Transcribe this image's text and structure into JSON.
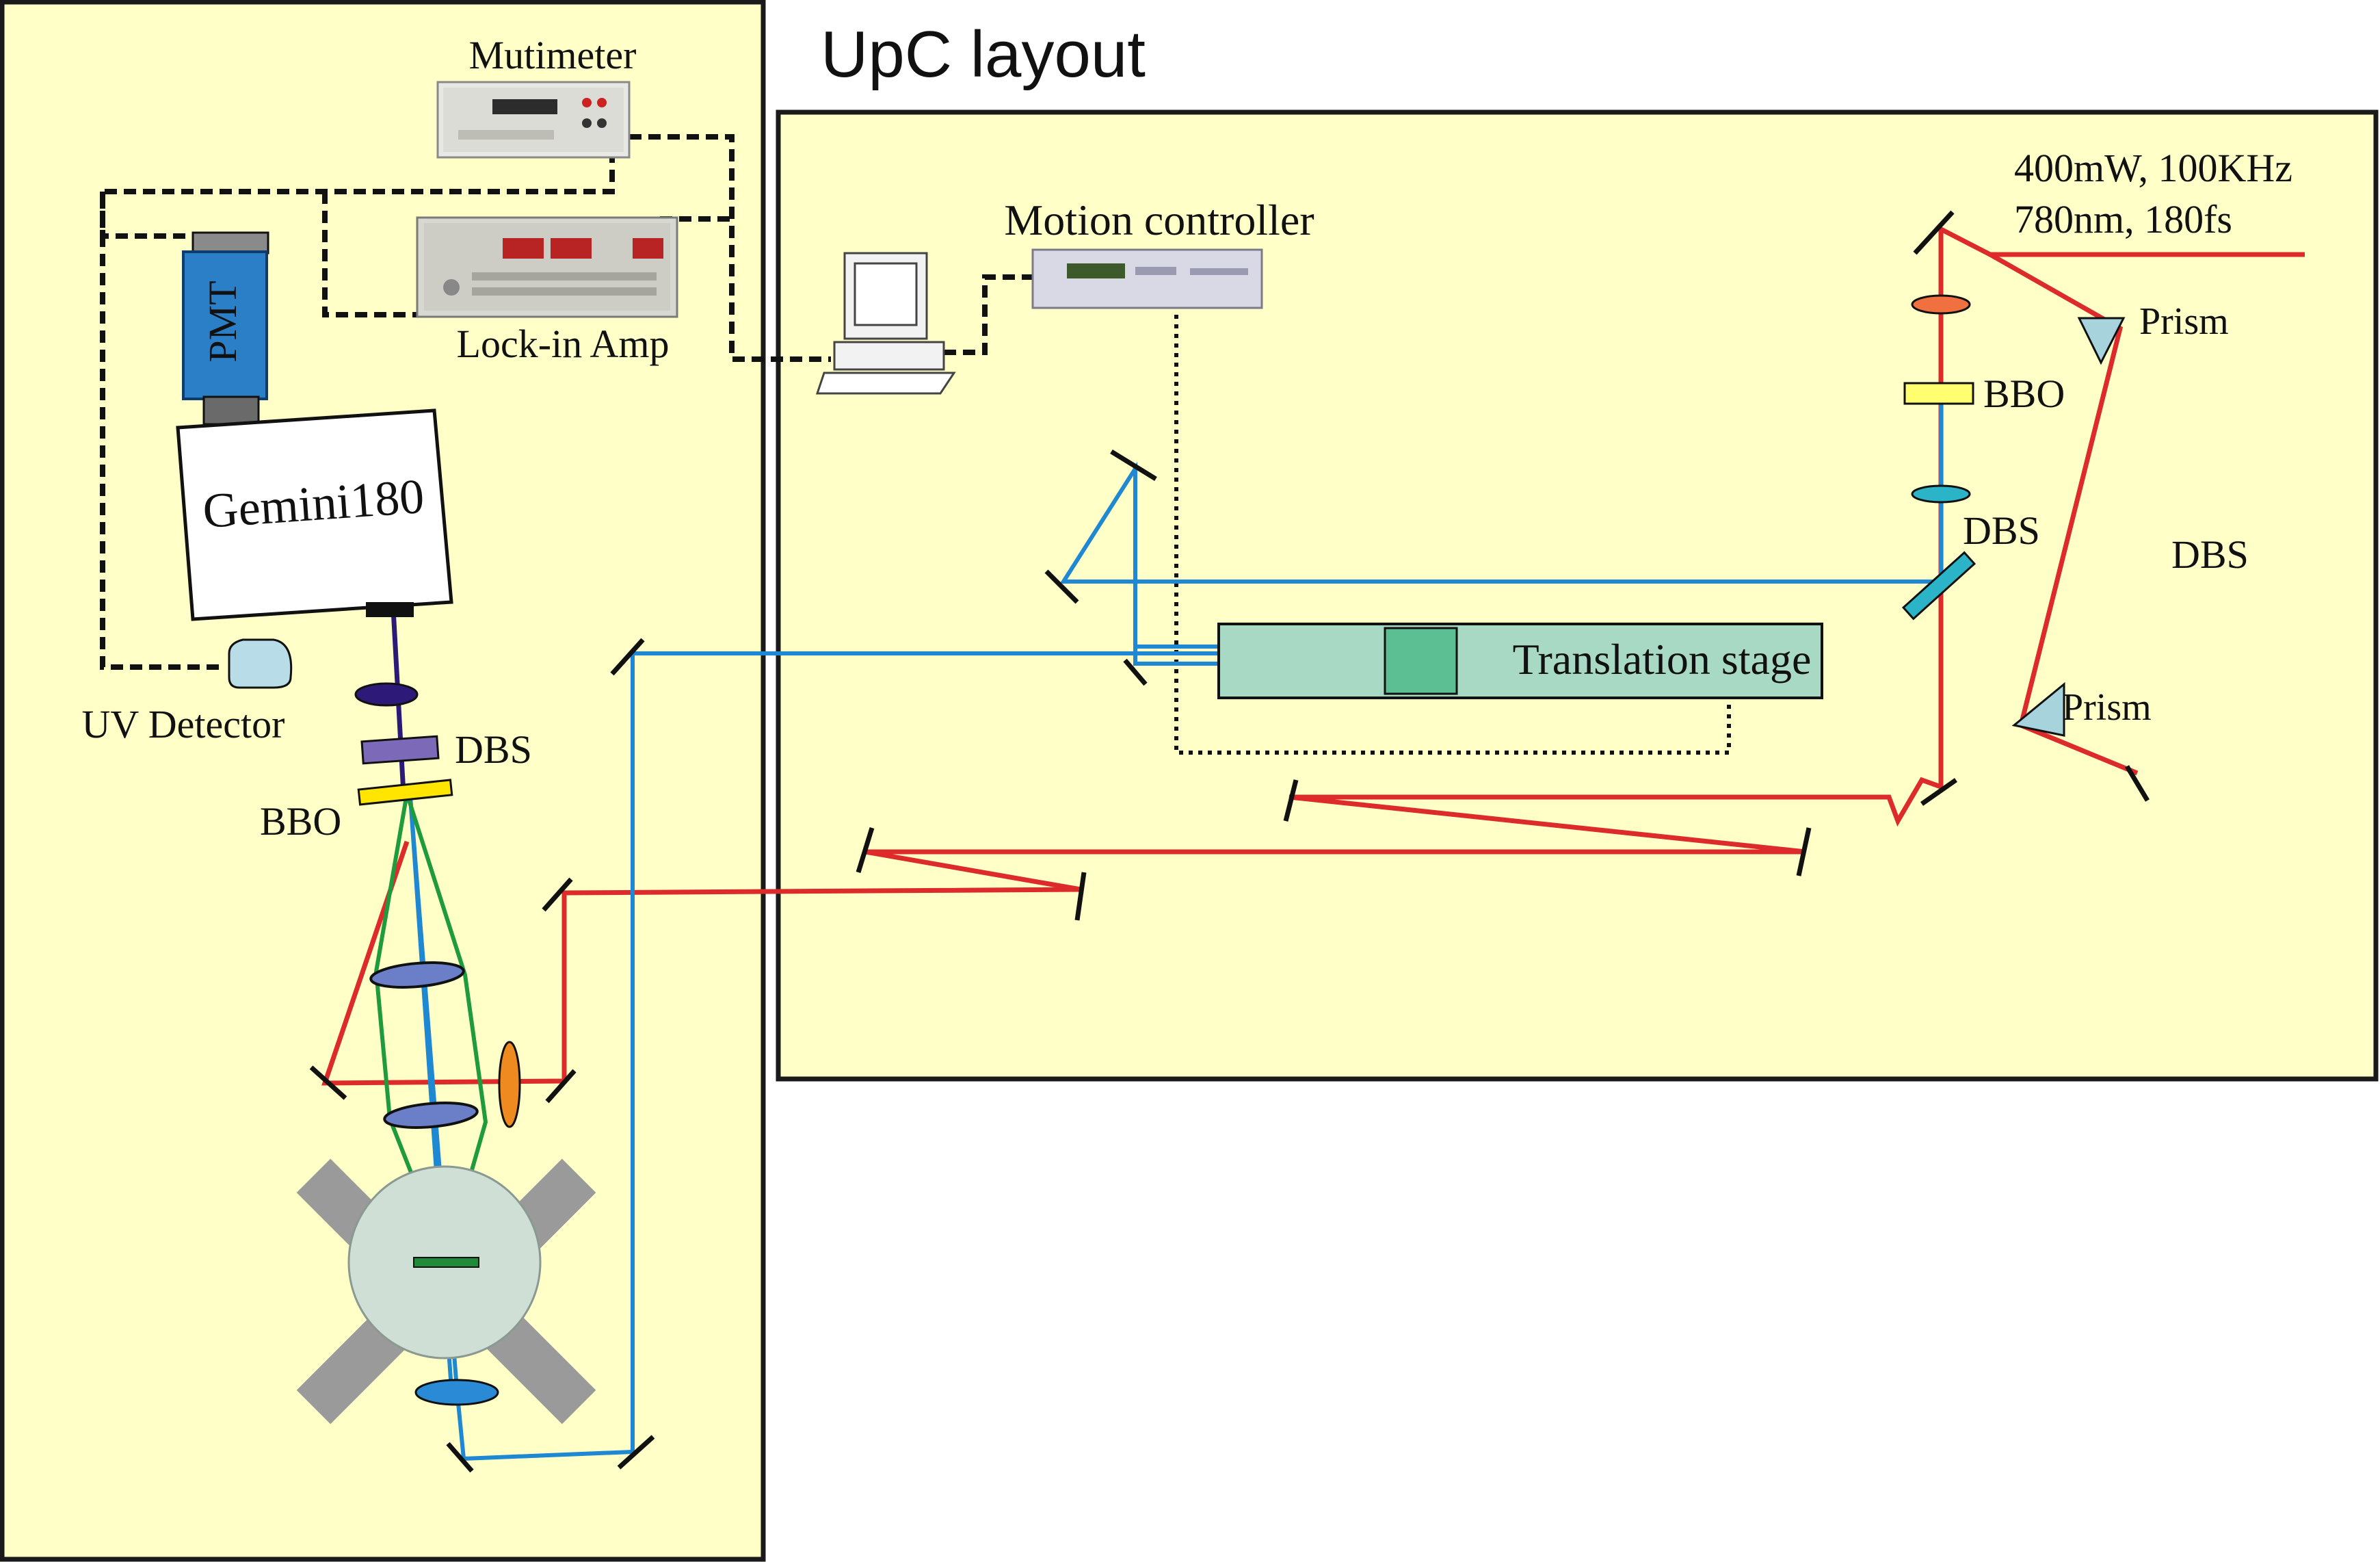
{
  "title": "UpC layout",
  "labels": {
    "mutimeter": "Mutimeter",
    "lockin": "Lock-in Amp",
    "pmt": "PMT",
    "gemini": "Gemini180",
    "uv_detector": "UV Detector",
    "dbs_left": "DBS",
    "bbo_left": "BBO",
    "motion_controller": "Motion controller",
    "laser_spec_line1": "400mW, 100KHz",
    "laser_spec_line2": "780nm, 180fs",
    "prism_top": "Prism",
    "prism_bottom": "Prism",
    "bbo_right": "BBO",
    "dbs_right": "DBS",
    "dbs_far_right": "DBS",
    "translation_stage": "Translation stage"
  },
  "colors": {
    "panel_fill": "#ffffc8",
    "panel_border": "#1a1a1a",
    "red_beam": "#dd2a2a",
    "blue_beam": "#1e88d2",
    "green_beam": "#1f9a3c",
    "uv_beam": "#2d1a78",
    "stage_fill": "#a7d9c4",
    "pmt_blue": "#2a7fc6"
  }
}
